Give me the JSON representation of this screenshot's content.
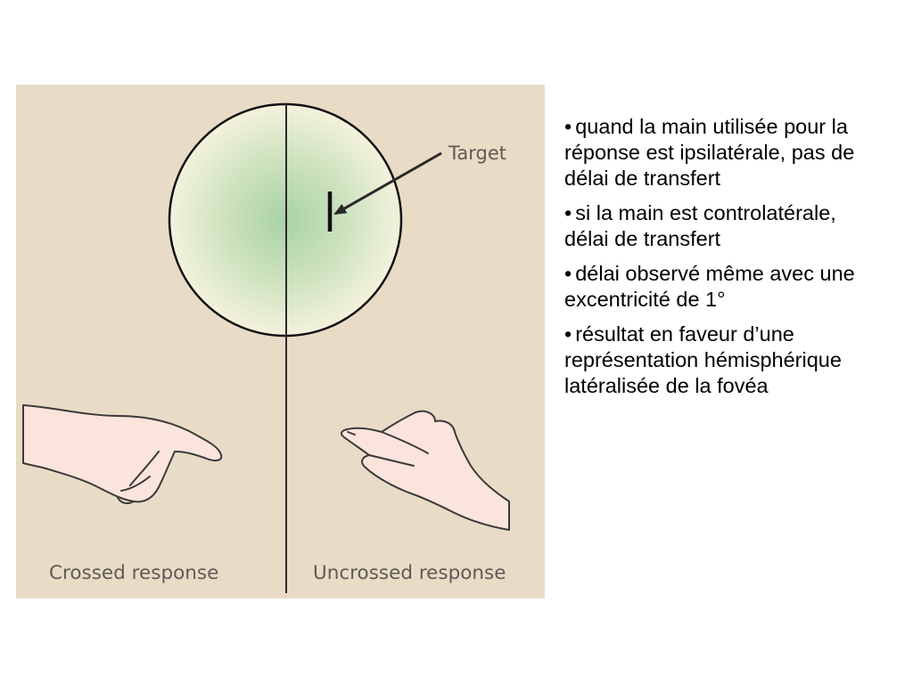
{
  "figure": {
    "target_label": "Target",
    "crossed_label": "Crossed response",
    "uncrossed_label": "Uncrossed response",
    "colors": {
      "background": "#e9dcc6",
      "circle_center": "#a9d2a6",
      "circle_edge": "#f4f2dd",
      "line": "#2a2a2a",
      "hand_fill": "#fbe4db",
      "hand_stroke": "#3a3a3a",
      "label": "#5f5a55"
    }
  },
  "bullets": {
    "marker": "•",
    "items": [
      {
        "text": "quand la main utilisée pour la réponse est ipsilatérale, pas de délai de transfert"
      },
      {
        "text": "si la main est controlatérale, délai de transfert"
      },
      {
        "text": "délai observé même avec une excentricité de 1°"
      },
      {
        "text": "résultat en faveur d’une représentation hémisphérique latéralisée de la fovéa"
      }
    ]
  }
}
